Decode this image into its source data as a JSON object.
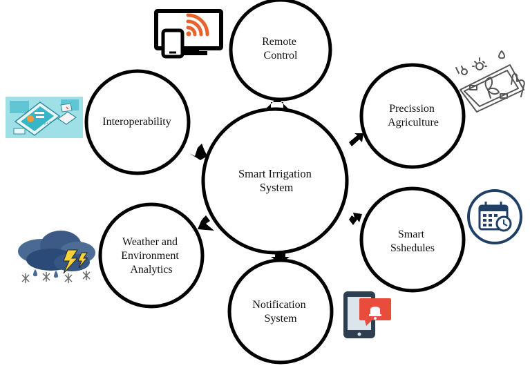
{
  "diagram": {
    "center": {
      "lines": [
        "Smart Irrigation",
        "System"
      ]
    },
    "nodes": [
      {
        "id": "remote-control",
        "lines": [
          "Remote",
          "Control"
        ],
        "icon": "tv-phone-wifi-icon"
      },
      {
        "id": "precission-agriculture",
        "lines": [
          "Precission",
          "Agriculture"
        ],
        "icon": "smart-plant-touch-icon"
      },
      {
        "id": "smart-sshedules",
        "lines": [
          "Smart",
          "Sshedules"
        ],
        "icon": "calendar-clock-icon"
      },
      {
        "id": "notification-system",
        "lines": [
          "Notification",
          "System"
        ],
        "icon": "phone-alert-icon"
      },
      {
        "id": "weather-analytics",
        "lines": [
          "Weather and",
          "Environment",
          "Analytics"
        ],
        "icon": "storm-cloud-icon"
      },
      {
        "id": "interoperability",
        "lines": [
          "Interoperability"
        ],
        "icon": "connected-devices-icon"
      }
    ],
    "colors": {
      "outline": "#000000",
      "tv_accent": "#e8622c",
      "calendar_blue": "#1f3f66",
      "alert_red": "#e84c3d",
      "phone_navy": "#2e3f52",
      "devices_cyan": "#37b6c8",
      "storm_yellow": "#f6d23a"
    }
  }
}
